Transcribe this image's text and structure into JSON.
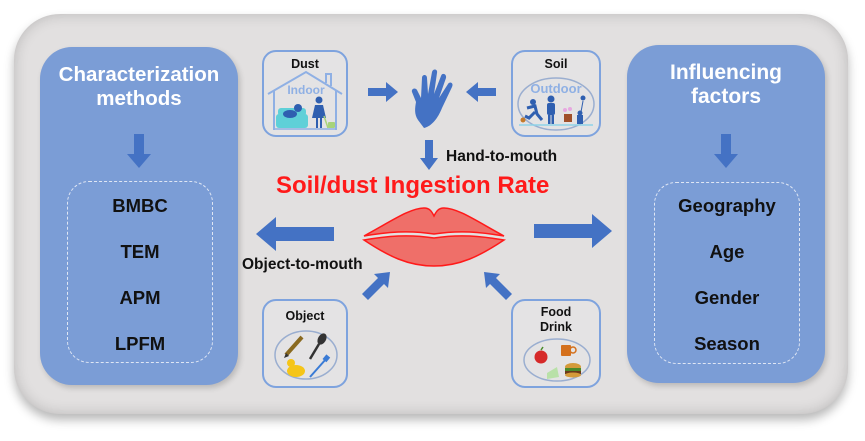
{
  "colors": {
    "frame_bg": "#e2e0e0",
    "panel_blue": "#7b9dd6",
    "arrow_blue": "#4472c4",
    "title_red": "#ff1a1a",
    "lips_fill": "#ef6f69",
    "lips_stroke": "#ff1a1a",
    "box_border": "#7ea3de"
  },
  "left_panel": {
    "title_line1": "Characterization",
    "title_line2": "methods",
    "items": [
      "BMBC",
      "TEM",
      "APM",
      "LPFM"
    ]
  },
  "right_panel": {
    "title_line1": "Influencing",
    "title_line2": "factors",
    "items": [
      "Geography",
      "Age",
      "Gender",
      "Season"
    ]
  },
  "center": {
    "title": "Soil/dust Ingestion Rate",
    "hand_to_mouth": "Hand-to-mouth",
    "object_to_mouth": "Object-to-mouth"
  },
  "sources": {
    "dust": {
      "label": "Dust",
      "sublabel": "Indoor",
      "icon": "house-icon"
    },
    "soil": {
      "label": "Soil",
      "sublabel": "Outdoor",
      "icon": "outdoor-people-icon"
    },
    "object": {
      "label": "Object",
      "icon": "objects-icon"
    },
    "food": {
      "label_line1": "Food",
      "label_line2": "Drink",
      "icon": "food-icon"
    }
  }
}
